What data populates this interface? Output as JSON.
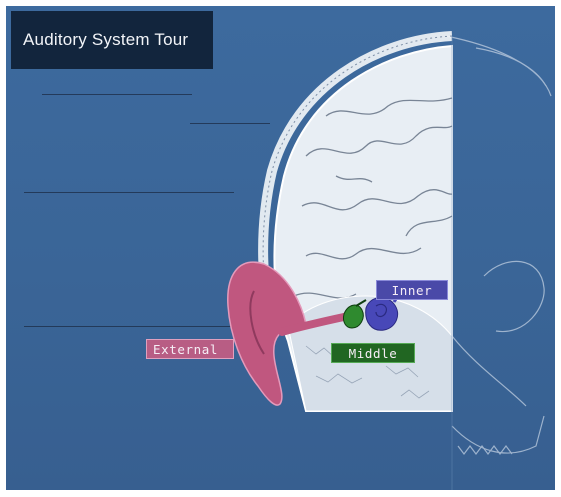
{
  "app": {
    "title": "Auditory System Tour"
  },
  "labels": {
    "external": "External",
    "middle": "Middle",
    "inner": "Inner"
  },
  "colors": {
    "background": "#3d6a9e",
    "title_bar": "#12253d",
    "external_label": "#b85d84",
    "middle_label": "#216622",
    "inner_label": "#4a49a8"
  }
}
